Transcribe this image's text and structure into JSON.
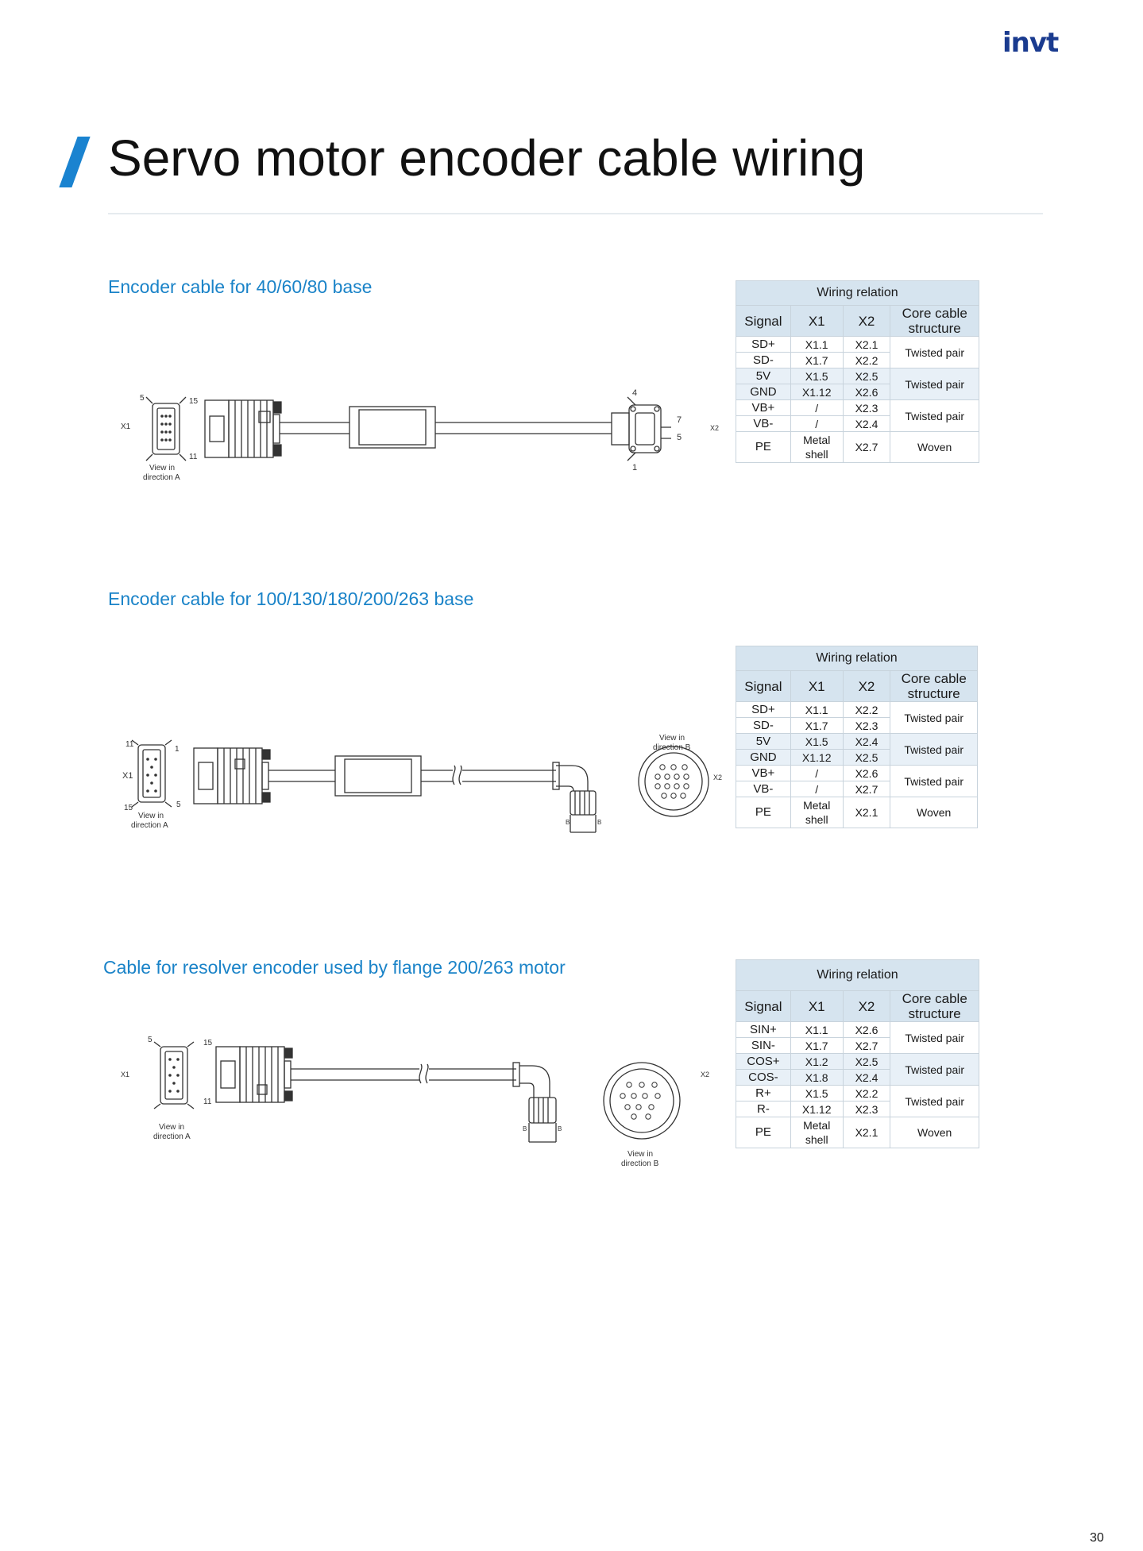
{
  "brand": {
    "logo": "invt"
  },
  "page": {
    "title": "Servo motor encoder cable wiring",
    "page_number": "30"
  },
  "sections": [
    {
      "title": "Encoder cable for 40/60/80 base",
      "drawing_labels": {
        "x1": "X1",
        "x2": "X2",
        "pin_5": "5",
        "pin_15": "15",
        "pin_11": "11",
        "pin_4": "4",
        "pin_7": "7",
        "pin_5b": "5",
        "pin_1": "1",
        "view_a_1": "View in",
        "view_a_2": "direction A"
      },
      "table": {
        "group_header": "Wiring relation",
        "headers": {
          "signal": "Signal",
          "x1": "X1",
          "x2": "X2",
          "core": "Core cable structure"
        },
        "rows": [
          {
            "signal": "SD+",
            "x1": "X1.1",
            "x2": "X2.1"
          },
          {
            "signal": "SD-",
            "x1": "X1.7",
            "x2": "X2.2"
          },
          {
            "signal": "5V",
            "x1": "X1.5",
            "x2": "X2.5"
          },
          {
            "signal": "GND",
            "x1": "X1.12",
            "x2": "X2.6"
          },
          {
            "signal": "VB+",
            "x1": "/",
            "x2": "X2.3"
          },
          {
            "signal": "VB-",
            "x1": "/",
            "x2": "X2.4"
          }
        ],
        "core_groups": [
          "Twisted pair",
          "Twisted pair",
          "Twisted pair"
        ],
        "pe_row": {
          "signal": "PE",
          "x1": "Metal shell",
          "x2": "X2.7",
          "core": "Woven"
        }
      }
    },
    {
      "title": "Encoder cable for  100/130/180/200/263 base",
      "drawing_labels": {
        "x1": "X1",
        "x2": "X2",
        "pin_11": "11",
        "pin_1": "1",
        "pin_15": "15",
        "pin_5": "5",
        "view_a_1": "View in",
        "view_a_2": "direction A",
        "view_b_1": "View in",
        "view_b_2": "direction B",
        "b_left": "B",
        "b_right": "B"
      },
      "table": {
        "group_header": "Wiring relation",
        "headers": {
          "signal": "Signal",
          "x1": "X1",
          "x2": "X2",
          "core": "Core cable structure"
        },
        "rows": [
          {
            "signal": "SD+",
            "x1": "X1.1",
            "x2": "X2.2"
          },
          {
            "signal": "SD-",
            "x1": "X1.7",
            "x2": "X2.3"
          },
          {
            "signal": "5V",
            "x1": "X1.5",
            "x2": "X2.4"
          },
          {
            "signal": "GND",
            "x1": "X1.12",
            "x2": "X2.5"
          },
          {
            "signal": "VB+",
            "x1": "/",
            "x2": "X2.6"
          },
          {
            "signal": "VB-",
            "x1": "/",
            "x2": "X2.7"
          }
        ],
        "core_groups": [
          "Twisted pair",
          "Twisted pair",
          "Twisted pair"
        ],
        "pe_row": {
          "signal": "PE",
          "x1": "Metal shell",
          "x2": "X2.1",
          "core": "Woven"
        }
      }
    },
    {
      "title": "Cable for resolver encoder used by flange  200/263 motor",
      "drawing_labels": {
        "x1": "X1",
        "x2": "X2",
        "pin_5": "5",
        "pin_15": "15",
        "pin_11": "11",
        "view_a_1": "View in",
        "view_a_2": "direction A",
        "view_b_1": "View in",
        "view_b_2": "direction B",
        "b_left": "B",
        "b_right": "B"
      },
      "table": {
        "group_header": "Wiring relation",
        "headers": {
          "signal": "Signal",
          "x1": "X1",
          "x2": "X2",
          "core": "Core cable structure"
        },
        "rows": [
          {
            "signal": "SIN+",
            "x1": "X1.1",
            "x2": "X2.6"
          },
          {
            "signal": "SIN-",
            "x1": "X1.7",
            "x2": "X2.7"
          },
          {
            "signal": "COS+",
            "x1": "X1.2",
            "x2": "X2.5"
          },
          {
            "signal": "COS-",
            "x1": "X1.8",
            "x2": "X2.4"
          },
          {
            "signal": "R+",
            "x1": "X1.5",
            "x2": "X2.2"
          },
          {
            "signal": "R-",
            "x1": "X1.12",
            "x2": "X2.3"
          }
        ],
        "core_groups": [
          "Twisted pair",
          "Twisted pair",
          "Twisted pair"
        ],
        "pe_row": {
          "signal": "PE",
          "x1": "Metal shell",
          "x2": "X2.1",
          "core": "Woven"
        }
      }
    }
  ]
}
